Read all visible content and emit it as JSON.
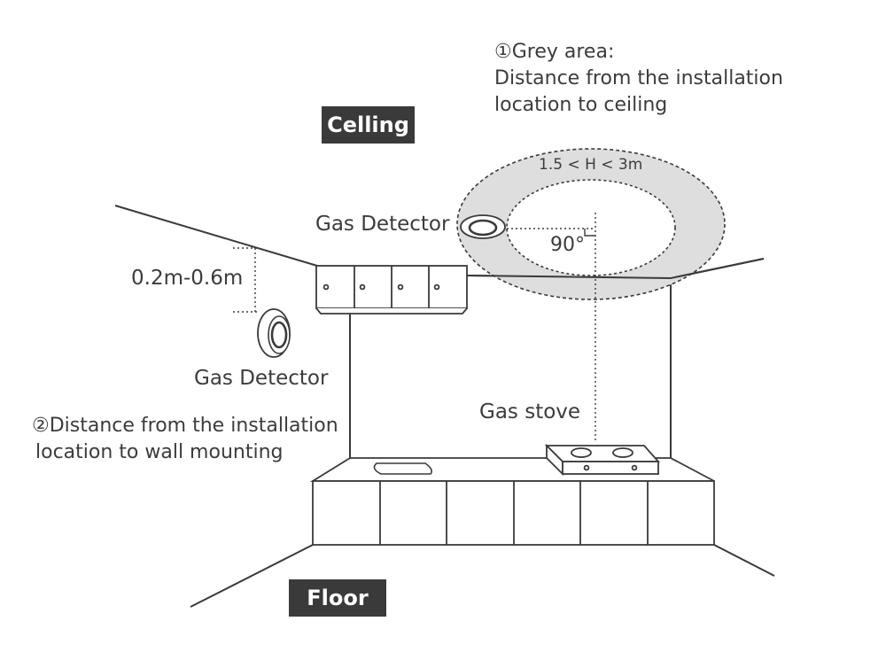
{
  "labels": {
    "ceiling": "Celling",
    "floor": "Floor",
    "gas_detector_ceiling": "Gas Detector",
    "gas_detector_wall": "Gas Detector",
    "gas_stove": "Gas stove",
    "wall_distance": "0.2m-0.6m",
    "ceiling_distance": "1.5 < H < 3m",
    "angle": "90°"
  },
  "notes": {
    "grey_area_line1": "①Grey area:",
    "grey_area_line2": "Distance from the installation",
    "grey_area_line3": "location to ceiling",
    "wall_line1": "②Distance from the installation",
    "wall_line2": "location to wall mounting"
  },
  "colors": {
    "line": "#3a3a3a",
    "badge_bg": "#3a3a3a",
    "badge_text": "#ffffff",
    "grey_area": "#dedede"
  }
}
